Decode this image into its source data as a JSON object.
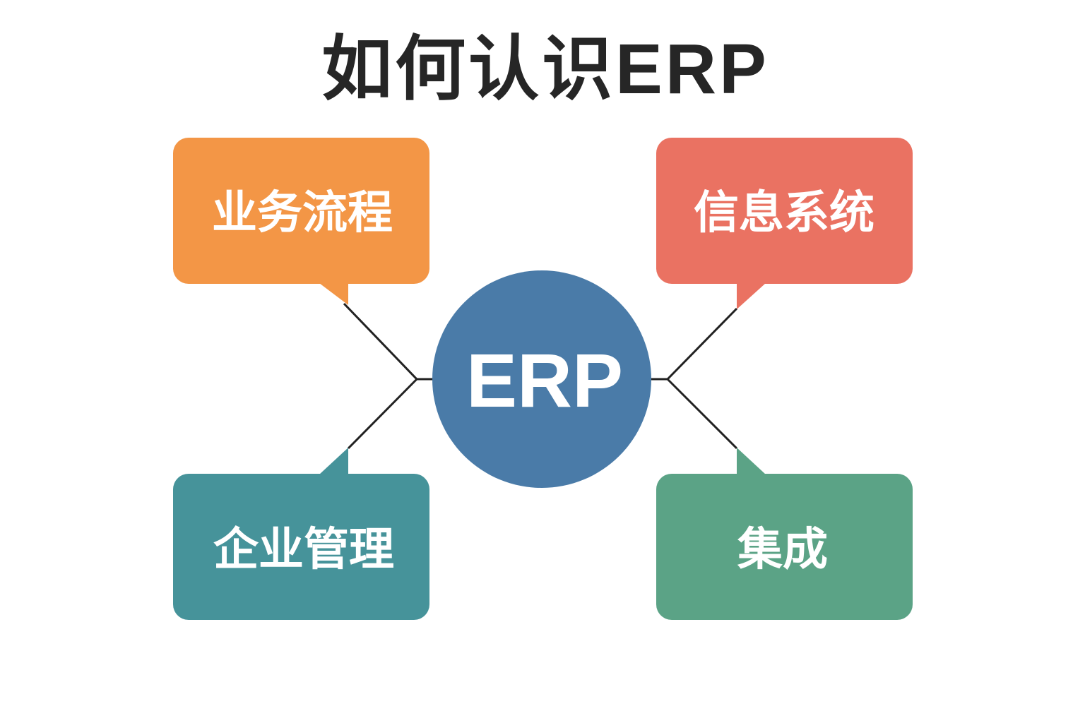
{
  "title": "如何认识ERP",
  "center": {
    "label": "ERP",
    "color": "#4A7BA8"
  },
  "nodes": [
    {
      "label": "业务流程",
      "color": "#F39646"
    },
    {
      "label": "信息系统",
      "color": "#EA7262"
    },
    {
      "label": "企业管理",
      "color": "#46939A"
    },
    {
      "label": "集成",
      "color": "#5BA386"
    }
  ],
  "connector_color": "#222222"
}
